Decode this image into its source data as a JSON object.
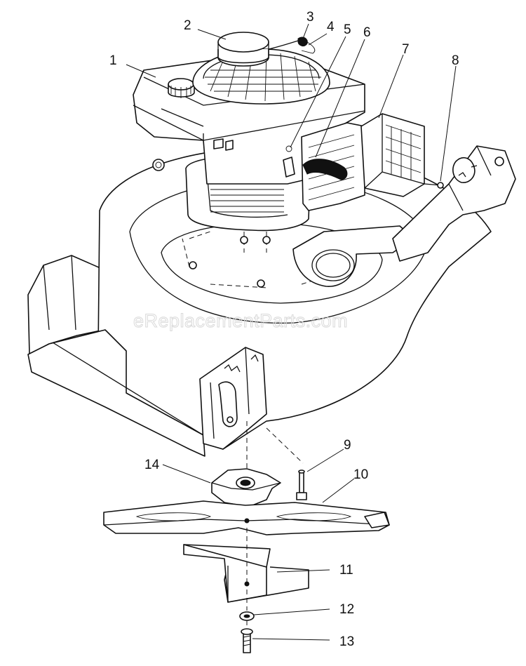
{
  "diagram": {
    "watermark": "eReplacementParts.com",
    "callouts": [
      {
        "id": "1",
        "label": "1"
      },
      {
        "id": "2",
        "label": "2"
      },
      {
        "id": "3",
        "label": "3"
      },
      {
        "id": "4",
        "label": "4"
      },
      {
        "id": "5",
        "label": "5"
      },
      {
        "id": "6",
        "label": "6"
      },
      {
        "id": "7",
        "label": "7"
      },
      {
        "id": "8",
        "label": "8"
      },
      {
        "id": "9",
        "label": "9"
      },
      {
        "id": "10",
        "label": "10"
      },
      {
        "id": "11",
        "label": "11"
      },
      {
        "id": "12",
        "label": "12"
      },
      {
        "id": "13",
        "label": "13"
      },
      {
        "id": "14",
        "label": "14"
      }
    ]
  }
}
